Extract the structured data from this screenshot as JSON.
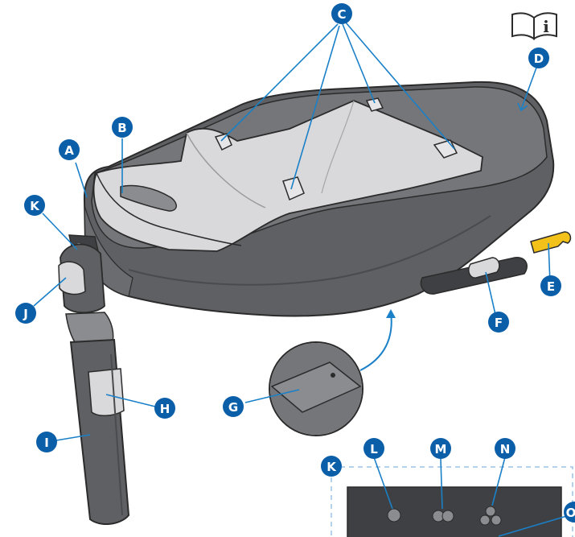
{
  "manual_icon": {
    "name": "manual-info-icon",
    "glyph": "i"
  },
  "labels": {
    "A": "A",
    "B": "B",
    "C": "C",
    "D": "D",
    "E": "E",
    "F": "F",
    "G": "G",
    "H": "H",
    "I": "I",
    "J": "J",
    "K": "K",
    "K2": "K",
    "L": "L",
    "M": "M",
    "N": "N",
    "O": "O"
  },
  "colors": {
    "label_fill": "#0b5ea8",
    "label_text": "#ffffff",
    "leader_line": "#1a80c8",
    "shell_dark": "#5f6063",
    "shell_mid": "#74767a",
    "shell_top": "#8a8c90",
    "insert_light": "#d9d9db",
    "yellow_connector": "#f2c21b",
    "outline": "#2b2b2b",
    "inset_panel": "#3f4043",
    "dashed_box": "#9cc3e6"
  }
}
